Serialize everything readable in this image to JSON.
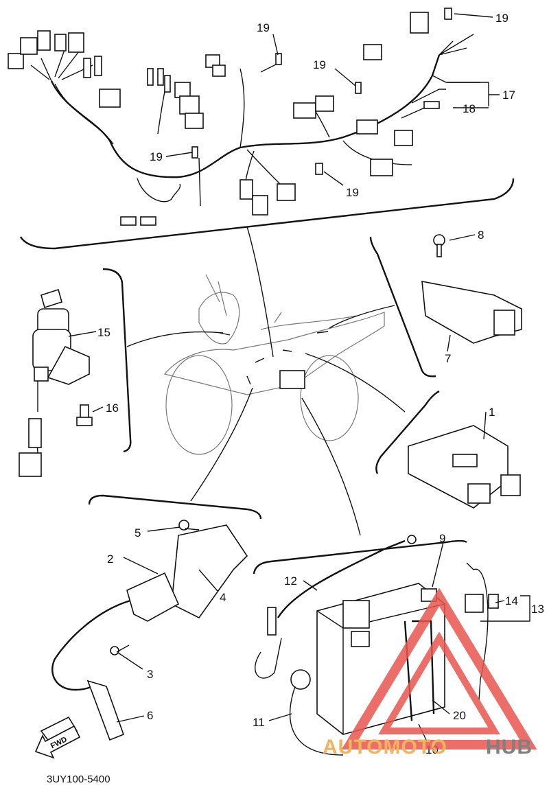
{
  "diagram": {
    "callouts": {
      "c1": "1",
      "c2": "2",
      "c3": "3",
      "c4": "4",
      "c5": "5",
      "c6": "6",
      "c7": "7",
      "c8": "8",
      "c9": "9",
      "c10": "10",
      "c11": "11",
      "c12": "12",
      "c13": "13",
      "c14": "14",
      "c15": "15",
      "c16": "16",
      "c17": "17",
      "c18": "18",
      "c19a": "19",
      "c19b": "19",
      "c19c": "19",
      "c19d": "19",
      "c19e": "19",
      "c20": "20"
    },
    "fwd_label": "FWD",
    "part_code": "3UY100-5400"
  },
  "watermark": {
    "text_orange": "AUTOMOTO",
    "text_gray": "HUB",
    "colors": {
      "orange": "#f2a545",
      "gray": "#6b6b6b",
      "logo_red": "#e8564e"
    }
  }
}
